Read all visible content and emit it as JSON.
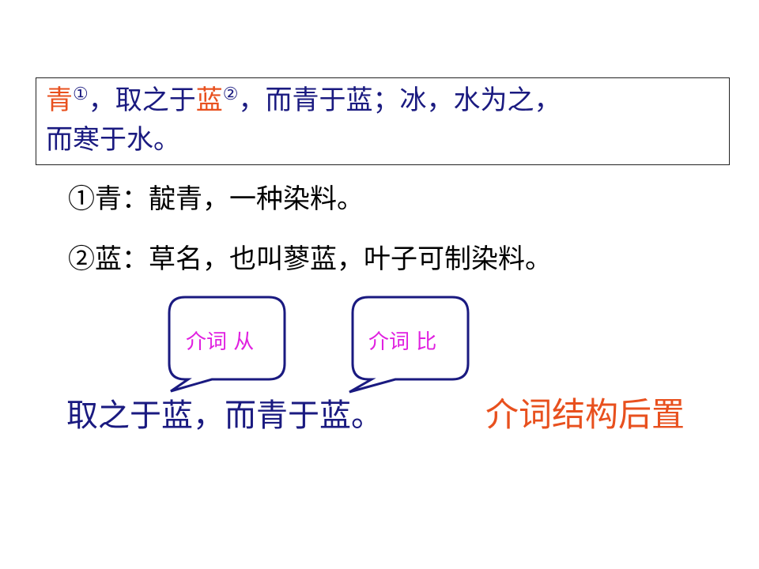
{
  "quote": {
    "line1": {
      "qing": "青",
      "mark1": "①",
      "part_a": "，取之于",
      "lan": "蓝",
      "mark2": "②",
      "part_b": "，而青于蓝；冰，水为之，"
    },
    "line2": "而寒于水。"
  },
  "notes": [
    "①青：靛青，一种染料。",
    "②蓝：草名，也叫蓼蓝，叶子可制染料。"
  ],
  "bubbles": [
    {
      "label": "介词 从"
    },
    {
      "label": "介词  比"
    }
  ],
  "bottom": {
    "sentence": "取之于蓝，而青于蓝。",
    "conclusion": "介词结构后置"
  },
  "colors": {
    "quote_text": "#1a1a80",
    "highlight": "#e8501e",
    "bubble_border": "#1a1a80",
    "bubble_text": "#e020e0"
  }
}
